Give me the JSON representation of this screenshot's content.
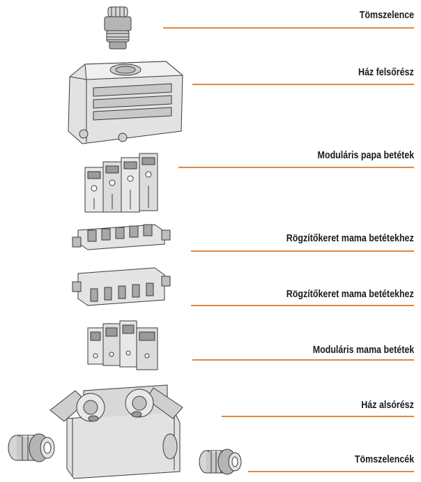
{
  "labels": [
    "Tömszelence",
    "Ház felsőrész",
    "Moduláris papa betétek",
    "Rögzítőkeret mama betétekhez",
    "Rögzítőkeret mama betétekhez",
    "Moduláris mama betétek",
    "Ház alsórész",
    "Tömszelencék"
  ],
  "colors": {
    "rule": "#e0883d",
    "outline": "#3a3a3a",
    "part_fill": "#e4e4e4",
    "dark_fill": "#9a9a9a"
  }
}
